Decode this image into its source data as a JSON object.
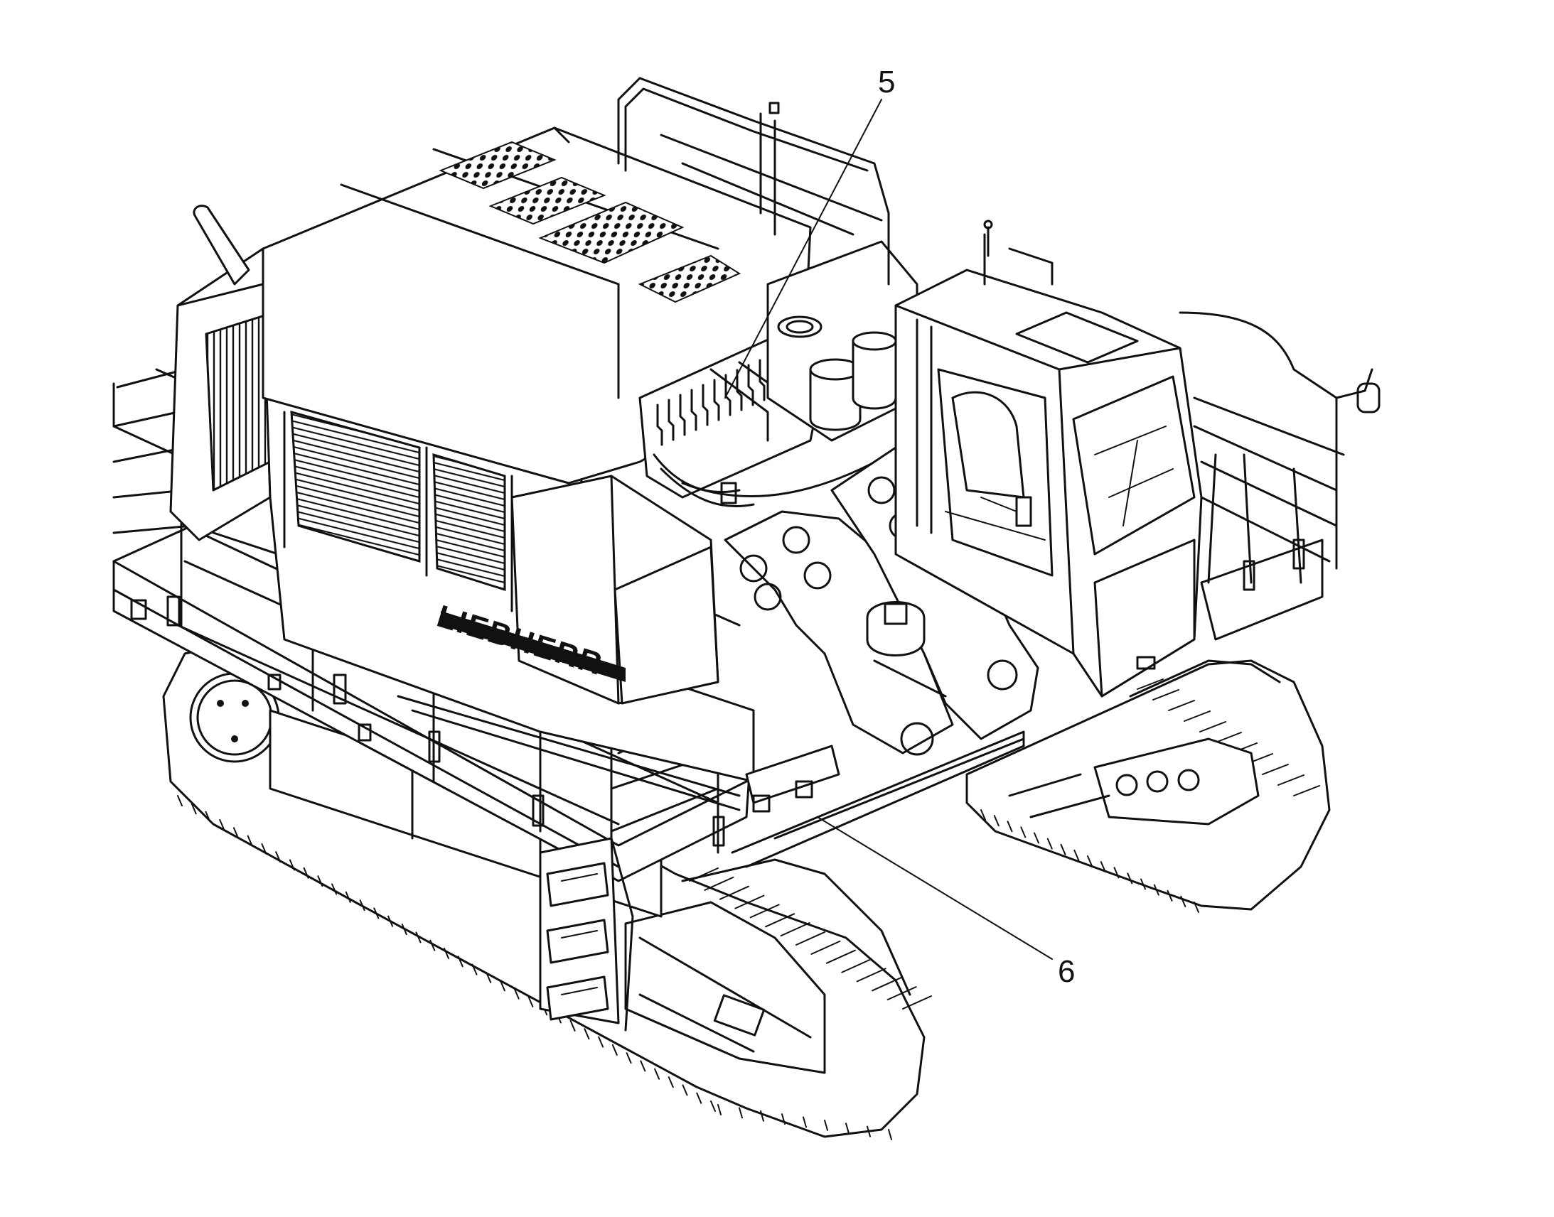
{
  "diagram": {
    "callouts": [
      {
        "id": "5",
        "label": "5"
      },
      {
        "id": "6",
        "label": "6"
      }
    ],
    "brand_marking": "LIEBHERR"
  },
  "colors": {
    "line": "#111111",
    "background": "#ffffff"
  }
}
